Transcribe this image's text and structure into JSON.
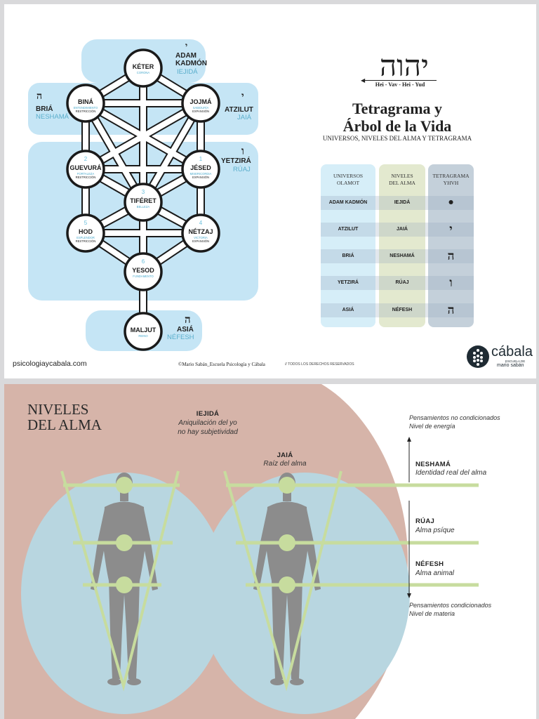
{
  "tree": {
    "sefirot": [
      {
        "id": "keter",
        "name": "KÉTER",
        "sub": "CORONA",
        "num": ""
      },
      {
        "id": "bina",
        "name": "BINÁ",
        "sub": "ENTENDIMIENTO",
        "sub2": "RESTRICCIÓN",
        "num": ""
      },
      {
        "id": "jojma",
        "name": "JOJMÁ",
        "sub": "SABIDURÍA",
        "sub2": "EXPANSIÓN",
        "num": ""
      },
      {
        "id": "guevura",
        "name": "GUEVURÁ",
        "sub": "FORTALEZA",
        "sub2": "RESTRICCIÓN",
        "num": "2"
      },
      {
        "id": "jesed",
        "name": "JÉSED",
        "sub": "MISERICORDIA",
        "sub2": "EXPANSIÓN",
        "num": "1"
      },
      {
        "id": "tiferet",
        "name": "TIFÉRET",
        "sub": "BELLEZA",
        "sub2": "",
        "num": "3"
      },
      {
        "id": "hod",
        "name": "HOD",
        "sub": "ESPLENDOR",
        "sub2": "RESTRICCIÓN",
        "num": "5"
      },
      {
        "id": "netzaj",
        "name": "NÉTZAJ",
        "sub": "VICTORIA",
        "sub2": "EXPANSIÓN",
        "num": "4"
      },
      {
        "id": "yesod",
        "name": "YESOD",
        "sub": "FUNDAMENTO",
        "sub2": "",
        "num": "6"
      },
      {
        "id": "maljut",
        "name": "MALJUT",
        "sub": "REINO",
        "sub2": "",
        "num": ""
      }
    ],
    "worlds": [
      {
        "id": "adam",
        "letter": "י",
        "name": "ADAM\nKADMÓN",
        "soul": "IEJIDÁ"
      },
      {
        "id": "bria",
        "letter": "ה",
        "name": "BRIÁ",
        "soul": "NESHAMÁ"
      },
      {
        "id": "atzilut",
        "letter": "י",
        "name": "ATZILUT",
        "soul": "JAIÁ"
      },
      {
        "id": "yetzira",
        "letter": "ו",
        "name": "YETZIRÁ",
        "soul": "RÚAJ"
      },
      {
        "id": "asia",
        "letter": "ה",
        "name": "ASIÁ",
        "soul": "NÉFESH"
      }
    ]
  },
  "header": {
    "hebrew": "יהוה",
    "hebrew_caption": "Hei - Vav - Hei - Yud",
    "title_line1": "Tetragrama y",
    "title_line2": "Árbol de la Vida",
    "subtitle": "UNIVERSOS, NIVELES DEL ALMA Y  TETRAGRAMA"
  },
  "table": {
    "col1_head": "UNIVERSOS\nOLAMOT",
    "col2_head": "NIVELES\nDEL ALMA",
    "col3_head": "TETRAGRAMA\nYHVH",
    "rows": [
      {
        "u": "ADAM KADMÓN",
        "n": "IEJIDÁ",
        "t": "•"
      },
      {
        "u": "ATZILUT",
        "n": "JAIÁ",
        "t": "י"
      },
      {
        "u": "BRIÁ",
        "n": "NESHAMÁ",
        "t": "ה"
      },
      {
        "u": "YETZIRÁ",
        "n": "RÚAJ",
        "t": "ו"
      },
      {
        "u": "ASIÁ",
        "n": "NÉFESH",
        "t": "ה"
      }
    ]
  },
  "footer": {
    "site": "psicologiaycabala.com",
    "copyright": "©Mario Sabán_Escuela Psicología y Cábala",
    "rights": "// TODOS LOS DERECHOS RESERVADOS",
    "logo_name": "cábala",
    "logo_sub1": "ESCUELA DE",
    "logo_sub2": "mario sabán"
  },
  "soul": {
    "title_line1": "NIVELES",
    "title_line2": "DEL ALMA",
    "iejida_name": "IEJIDÁ",
    "iejida_desc1": "Aniquilación del yo",
    "iejida_desc2": "no hay subjetividad",
    "jaia_name": "JAIÁ",
    "jaia_desc": "Raíz del alma",
    "top_note1": "Pensamientos no condicionados",
    "top_note2": "Nivel de energía",
    "neshama_name": "NESHAMÁ",
    "neshama_desc": "Identidad real del alma",
    "ruaj_name": "RÚAJ",
    "ruaj_desc": "Alma psíque",
    "nefesh_name": "NÉFESH",
    "nefesh_desc": "Alma animal",
    "bottom_note1": "Pensamientos condicionados",
    "bottom_note2": "Nivel de materia",
    "colors": {
      "pink": "#d6b4a9",
      "blue": "#b8d6e0",
      "green": "#c7dc9e",
      "figure": "#8c8c8c"
    }
  }
}
